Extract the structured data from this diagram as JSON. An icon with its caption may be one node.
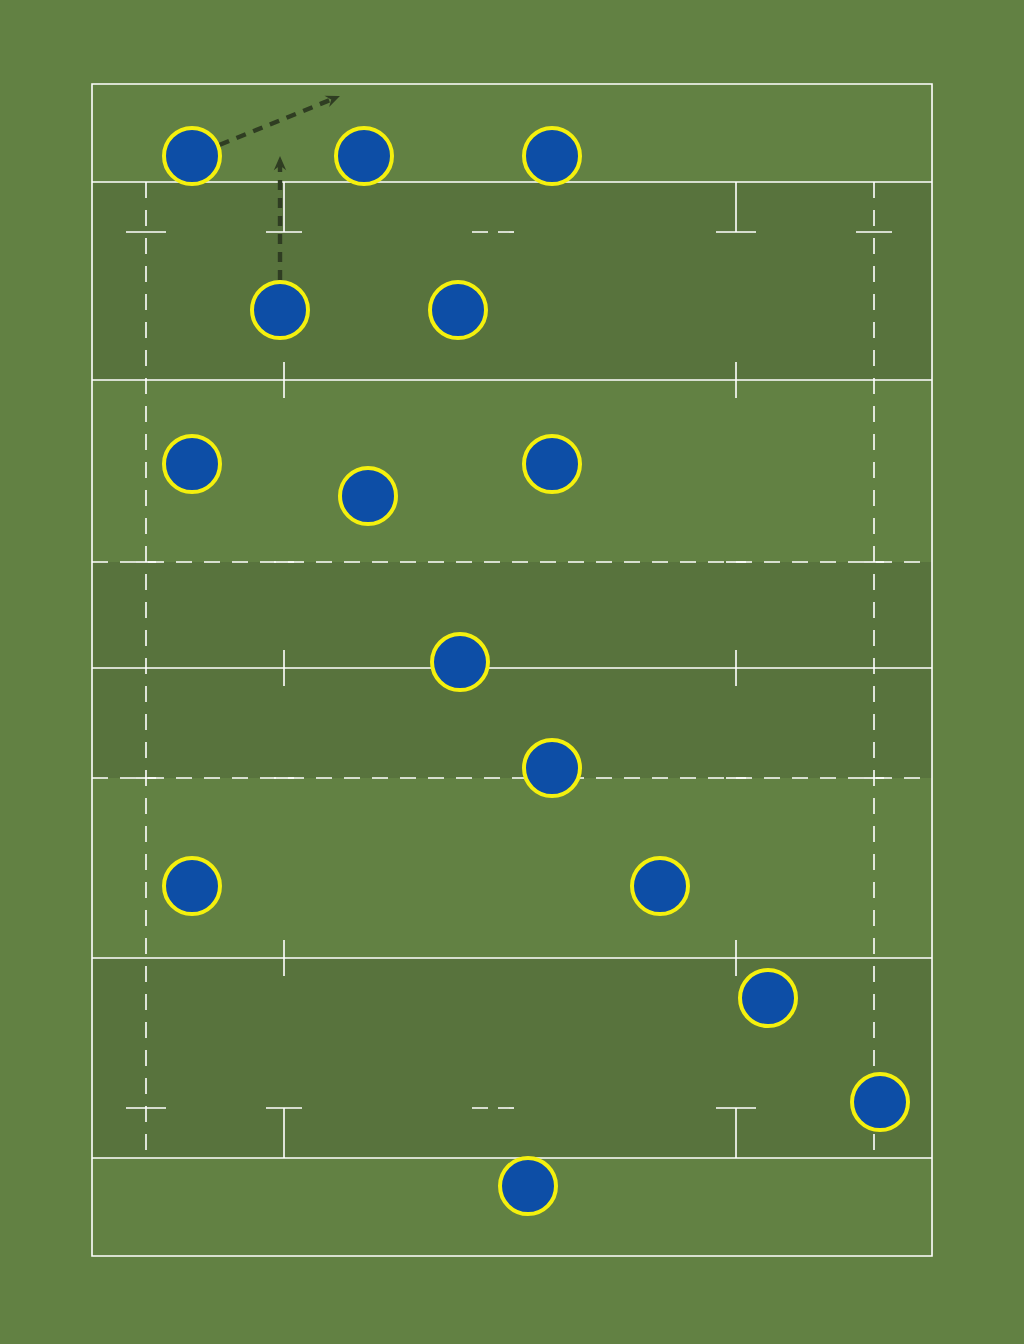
{
  "diagram": {
    "nodes": [
      {
        "text": [],
        "shape": "circle"
      },
      {
        "text": [],
        "shape": "circle"
      },
      {
        "text": [],
        "shape": "circle"
      },
      {
        "text": [],
        "shape": "circle"
      },
      {
        "text": [],
        "shape": "circle"
      },
      {
        "text": [],
        "shape": "circle"
      },
      {
        "text": [],
        "shape": "circle"
      },
      {
        "text": [],
        "shape": "circle"
      },
      {
        "text": [],
        "shape": "circle"
      },
      {
        "text": [],
        "shape": "circle"
      },
      {
        "text": [],
        "shape": "circle"
      },
      {
        "text": [],
        "shape": "circle"
      },
      {
        "text": [],
        "shape": "circle"
      },
      {
        "text": [],
        "shape": "circle"
      },
      {
        "text": [],
        "shape": "circle"
      }
    ],
    "edges": [
      {
        "from": 0,
        "to": null,
        "arrow": "to",
        "style": "dashed"
      },
      {
        "from": 3,
        "to": null,
        "arrow": "to",
        "style": "dashed"
      }
    ]
  }
}
